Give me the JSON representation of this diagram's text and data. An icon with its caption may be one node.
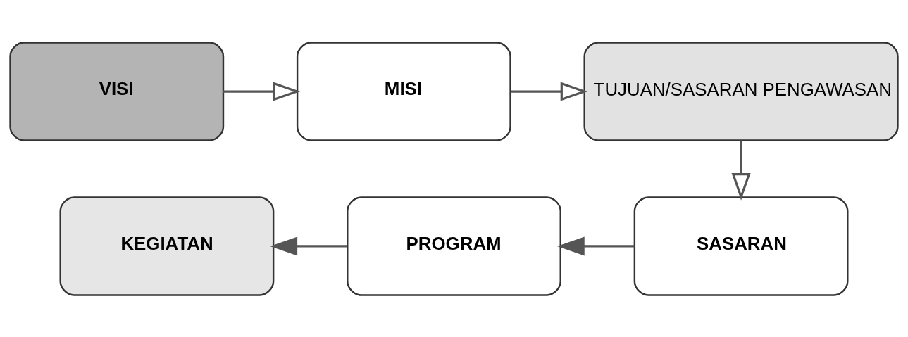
{
  "diagram": {
    "nodes": [
      {
        "text": [
          "VISI"
        ]
      },
      {
        "text": [
          "MISI"
        ]
      },
      {
        "text": [
          "TUJUAN/SASARAN PENGAWASAN"
        ]
      },
      {
        "text": [
          "SASARAN"
        ]
      },
      {
        "text": [
          "PROGRAM"
        ]
      },
      {
        "text": [
          "KEGIATAN"
        ]
      }
    ],
    "edges": [
      {
        "from": 0,
        "to": 1,
        "arrow": "to"
      },
      {
        "from": 1,
        "to": 2,
        "arrow": "to"
      },
      {
        "from": 2,
        "to": 3,
        "arrow": "to"
      },
      {
        "from": 3,
        "to": 4,
        "arrow": "to"
      },
      {
        "from": 4,
        "to": 5,
        "arrow": "to"
      }
    ]
  }
}
